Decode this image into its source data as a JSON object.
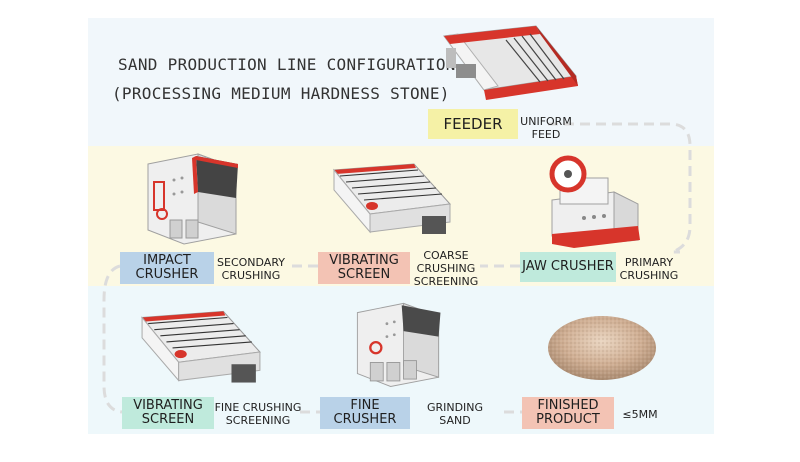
{
  "title": {
    "line1": "SAND PRODUCTION LINE CONFIGURATION",
    "line2": "(PROCESSING MEDIUM HARDNESS STONE)"
  },
  "colors": {
    "yellow": "#f5f1a6",
    "blue": "#b9d2e8",
    "salmon": "#f3c3b4",
    "teal": "#bfeadc",
    "machine_red": "#d7352b",
    "dash": "#dcdcdc"
  },
  "stages": {
    "feeder": {
      "label_lines": [
        "FEEDER"
      ],
      "desc_lines": [
        "UNIFORM",
        "FEED"
      ],
      "icon": "vibrating-feeder-icon"
    },
    "jaw": {
      "label_lines": [
        "JAW CRUSHER"
      ],
      "desc_lines": [
        "PRIMARY",
        "CRUSHING"
      ],
      "icon": "jaw-crusher-icon"
    },
    "vib1": {
      "label_lines": [
        "VIBRATING",
        "SCREEN"
      ],
      "desc_lines": [
        "COARSE",
        "CRUSHING",
        "SCREENING"
      ],
      "icon": "vibrating-screen-icon"
    },
    "impact": {
      "label_lines": [
        "IMPACT",
        "CRUSHER"
      ],
      "desc_lines": [
        "SECONDARY",
        "CRUSHING"
      ],
      "icon": "impact-crusher-icon"
    },
    "vib2": {
      "label_lines": [
        "VIBRATING",
        "SCREEN"
      ],
      "desc_lines": [
        "FINE CRUSHING",
        "SCREENING"
      ],
      "icon": "vibrating-screen-icon"
    },
    "fine": {
      "label_lines": [
        "FINE",
        "CRUSHER"
      ],
      "desc_lines": [
        "GRINDING",
        "SAND"
      ],
      "icon": "fine-crusher-icon"
    },
    "product": {
      "label_lines": [
        "FINISHED",
        "PRODUCT"
      ],
      "desc_lines": [
        "≤5MM"
      ],
      "icon": "sand-pile-icon"
    }
  }
}
